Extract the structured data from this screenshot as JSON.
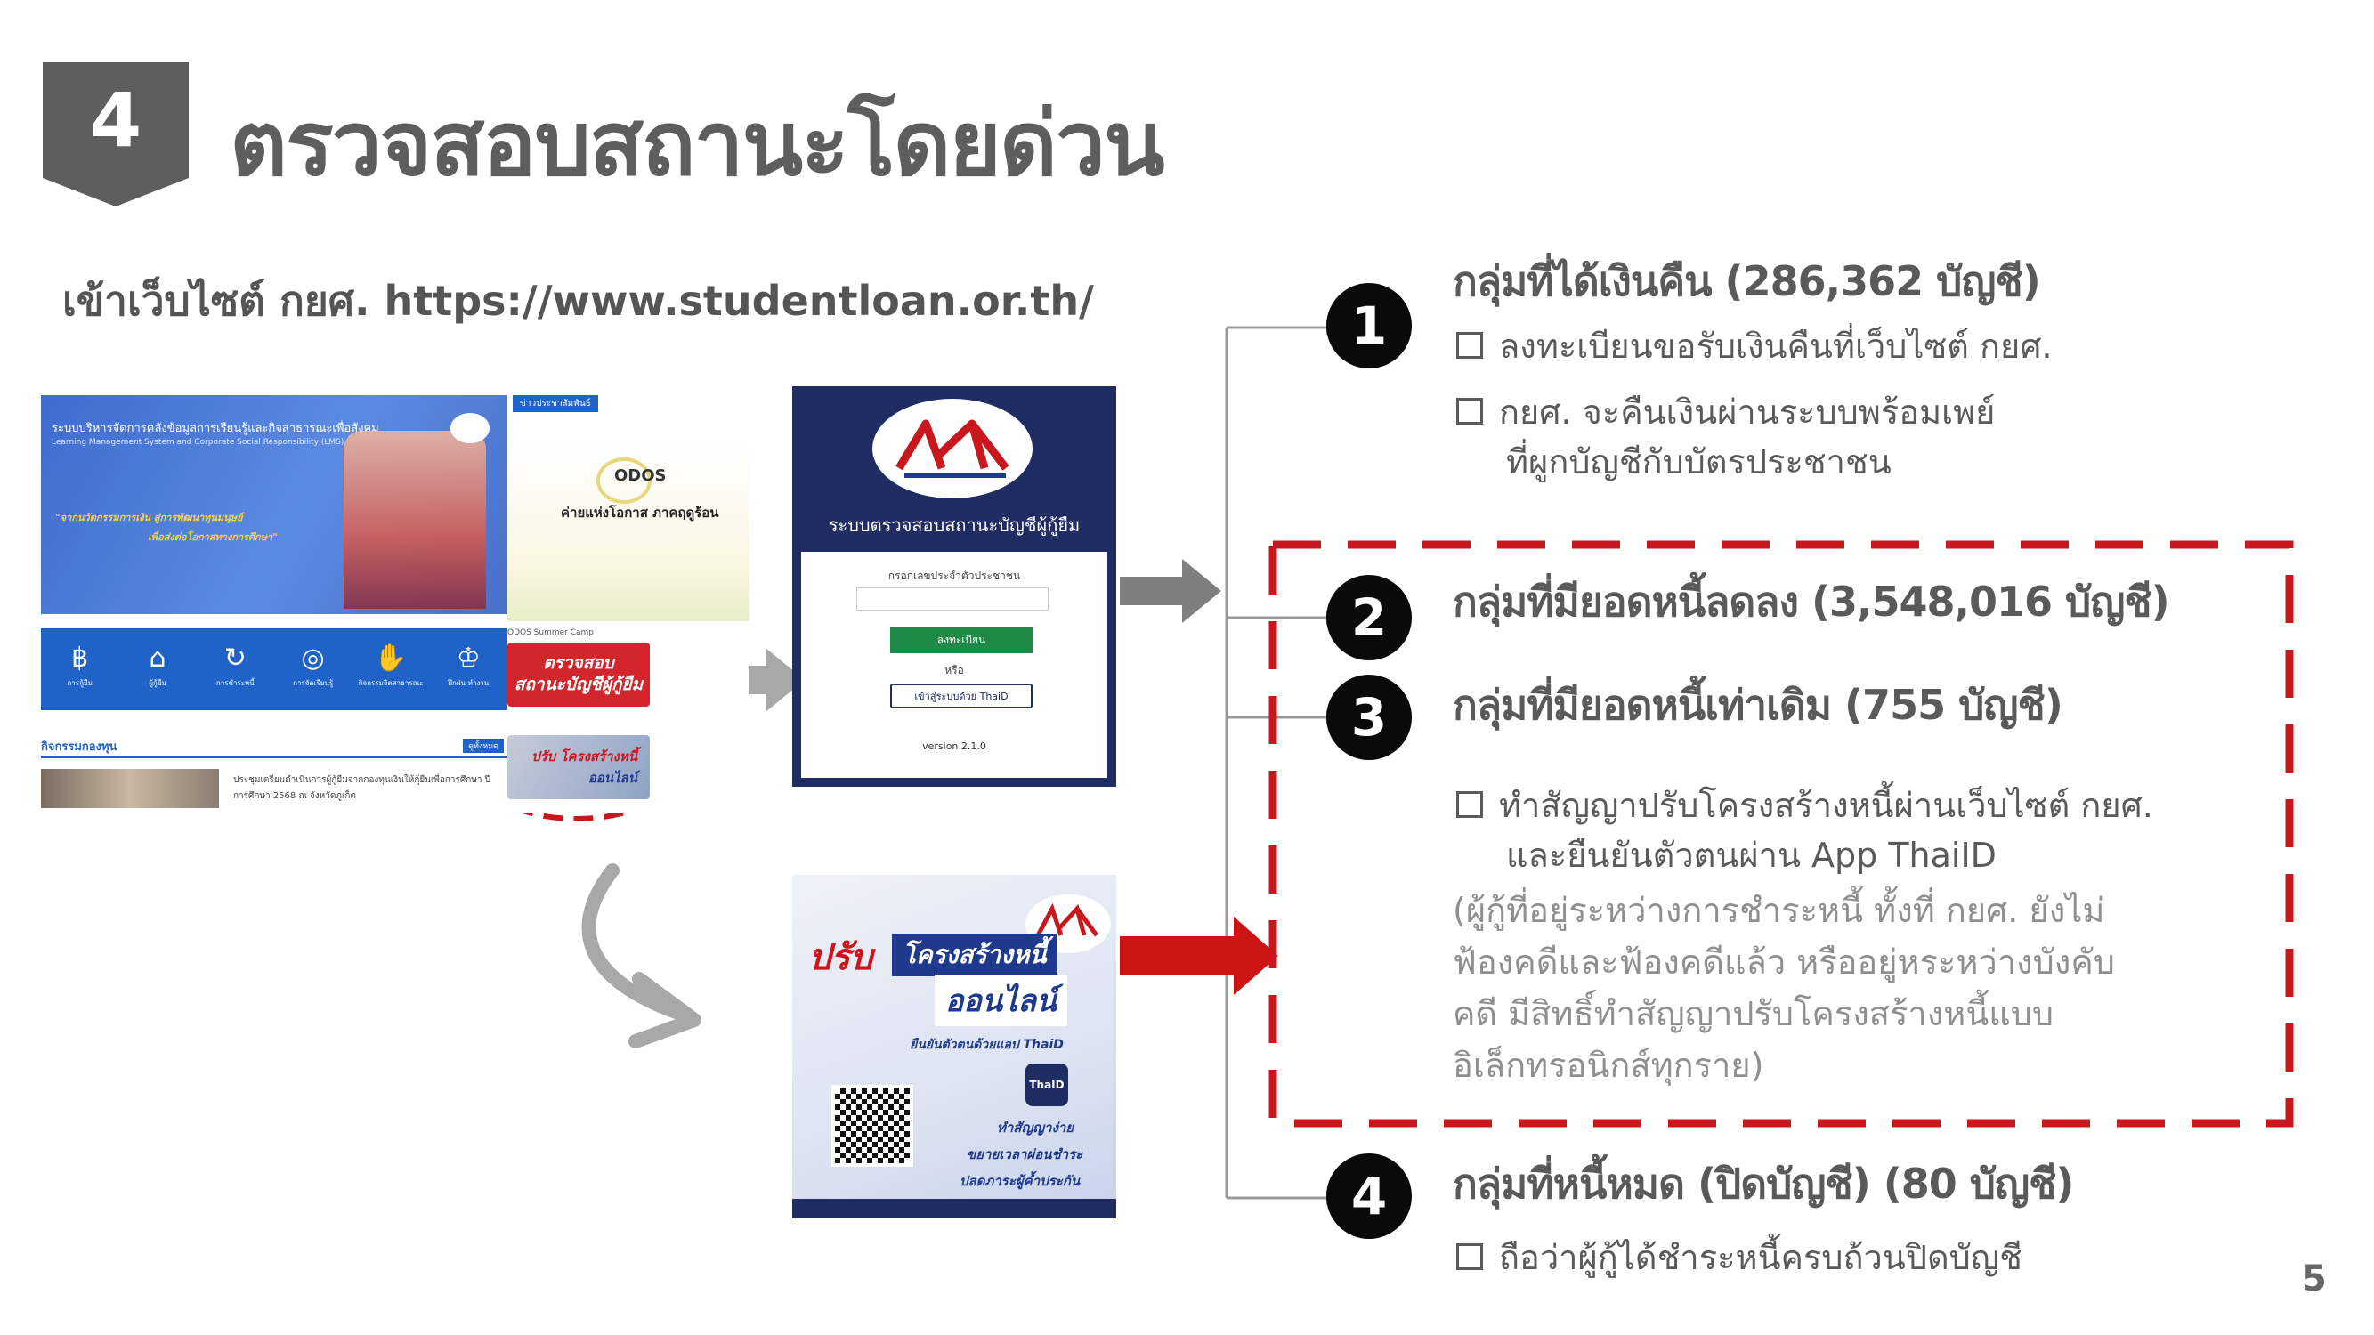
{
  "slide": {
    "number": "4",
    "title": "ตรวจสอบสถานะโดยด่วน",
    "subtitle": "เข้าเว็บไซต์ กยศ. https://www.studentloan.or.th/",
    "page_number": "5"
  },
  "website": {
    "banner_line1": "ระบบบริหารจัดการคลังข้อมูลการเรียนรู้และกิจสาธารณะเพื่อสังคม",
    "banner_line2": "Learning Management System and Corporate Social Responsibility (LMS)",
    "banner_quote": "\"จากนวัตกรรมการเงิน สู่การพัฒนาทุนมนุษย์",
    "banner_quote2": "เพื่อส่งต่อโอกาสทางการศึกษา\"",
    "icon_labels": [
      "การกู้ยืม",
      "ผู้กู้ยืม",
      "การชำระหนี้",
      "การจัดเรียนรู้",
      "กิจกรรมจิตสาธารณะ",
      "ฝึกฝน ทำงาน"
    ],
    "news_heading": "กิจกรรมกองทุน",
    "news_more": "ดูทั้งหมด",
    "news_text": "ประชุมเตรียมดำเนินการผู้กู้ยืมจากกองทุนเงินให้กู้ยืมเพื่อการศึกษา ปีการศึกษา 2568 ณ จังหวัดภูเก็ต"
  },
  "side_panel": {
    "tag": "ข่าวประชาสัมพันธ์",
    "card_brand": "ODOS",
    "card_title": "ค่ายแห่งโอกาส ภาคฤดูร้อน",
    "strip_text": "ODOS Summer Camp",
    "check_button_line1": "ตรวจสอบ",
    "check_button_line2": "สถานะบัญชีผู้กู้ยืม",
    "restructure_line1": "ปรับ โครงสร้างหนี้",
    "restructure_line2": "ออนไลน์"
  },
  "login_card": {
    "logo_text": "กยศ",
    "title": "ระบบตรวจสอบสถานะบัญชีผู้กู้ยืม",
    "id_label": "กรอกเลขประจำตัวประชาชน",
    "id_placeholder": "",
    "register_button": "ลงทะเบียน",
    "or_text": "หรือ",
    "thaid_button": "เข้าสู่ระบบด้วย ThaiD",
    "version": "version 2.1.0"
  },
  "poster": {
    "headline1": "ปรับ",
    "headline2": "โครงสร้างหนี้",
    "headline3": "ออนไลน์",
    "verify": "ยืนยันตัวตนด้วยแอป ThaiD",
    "thaid_logo": "ThaID",
    "benefit1": "ทำสัญญาง่าย",
    "benefit2": "ขยายเวลาผ่อนชำระ",
    "benefit3": "ปลดภาระผู้ค้ำประกัน"
  },
  "groups": [
    {
      "number": "1",
      "heading": "กลุ่มที่ได้เงินคืน (286,362 บัญชี)",
      "bullets": [
        "ลงทะเบียนขอรับเงินคืนที่เว็บไซต์ กยศ.",
        "กยศ. จะคืนเงินผ่านระบบพร้อมเพย์",
        "ที่ผูกบัญชีกับบัตรประชาชน"
      ]
    },
    {
      "number": "2",
      "heading": "กลุ่มที่มียอดหนี้ลดลง (3,548,016 บัญชี)"
    },
    {
      "number": "3",
      "heading": "กลุ่มที่มียอดหนี้เท่าเดิม (755 บัญชี)",
      "bullets": [
        "ทำสัญญาปรับโครงสร้างหนี้ผ่านเว็บไซต์ กยศ.",
        "และยืนยันตัวตนผ่าน App ThaiID"
      ],
      "note": [
        "(ผู้กู้ที่อยู่ระหว่างการชำระหนี้ ทั้งที่ กยศ. ยังไม่",
        "ฟ้องคดีและฟ้องคดีแล้ว หรืออยู่หระหว่างบังคับ",
        "คดี มีสิทธิ์ทำสัญญาปรับโครงสร้างหนี้แบบ",
        "อิเล็กทรอนิกส์ทุกราย)"
      ]
    },
    {
      "number": "4",
      "heading": "กลุ่มที่หนี้หมด (ปิดบัญชี) (80 บัญชี)",
      "bullets": [
        "ถือว่าผู้กู้ได้ชำระหนี้ครบถ้วนปิดบัญชี"
      ]
    }
  ],
  "colors": {
    "title_gray": "#5e5e5e",
    "accent_red": "#c8171d",
    "site_blue": "#1f63c9",
    "login_navy": "#1f2d63",
    "register_green": "#1f8a46"
  },
  "icons": [
    "badge-pentagon",
    "arrow-right",
    "curved-arrow",
    "checkbox-bullet",
    "qr-code"
  ]
}
